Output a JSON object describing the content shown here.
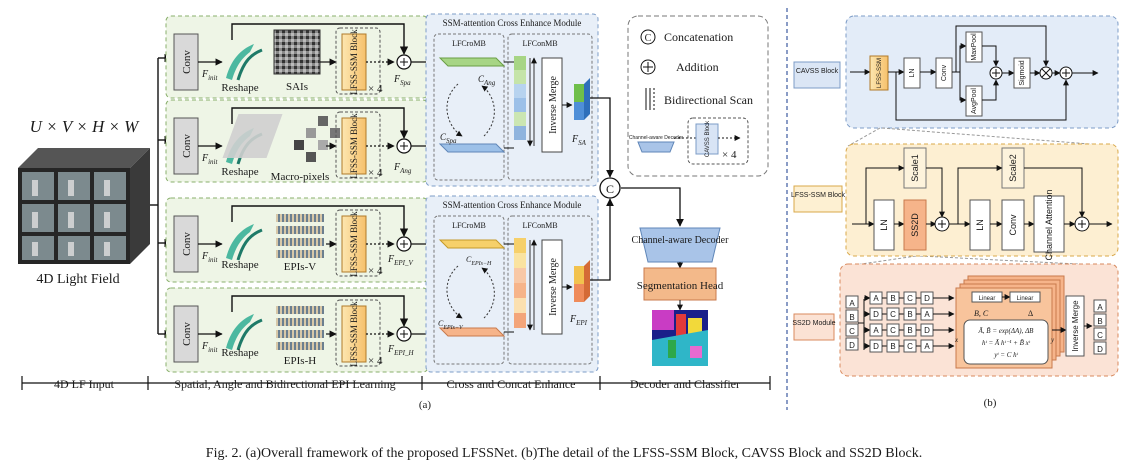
{
  "caption": "Fig. 2.  (a)Overall framework of the proposed LFSSNet. (b)The detail of the LFSS-SSM Block, CAVSS Block and SS2D Block.",
  "panel_a": {
    "sublabel": "(a)",
    "input": {
      "dims": "U × V × H × W",
      "label": "4D Light Field"
    },
    "branches": {
      "conv": "Conv",
      "finit": "F",
      "finit_sub": "init",
      "reshape": "Reshape",
      "block_label": "LFSS-SSM Block",
      "times4": "× 4",
      "sais": "SAIs",
      "macro": "Macro-pixels",
      "epiv": "EPIs-V",
      "epih": "EPIs-H",
      "fspa": "F",
      "fspa_sub": "Spa",
      "fang": "F",
      "fang_sub": "Ang",
      "fepiv": "F",
      "fepiv_sub": "EPI_V",
      "fepih": "F",
      "fepih_sub": "EPI_H"
    },
    "cross_module": {
      "title": "SSM-attention Cross Enhance Module",
      "lfcromb": "LFCroMB",
      "lfconmb": "LFConMB",
      "inverse_merge": "Inverse Merge",
      "c_ang": "C",
      "c_ang_sub": "Ang",
      "c_spa": "C",
      "c_spa_sub": "Spa",
      "c_epih": "C",
      "c_epih_sub": "EPIs−H",
      "c_epiv": "C",
      "c_epiv_sub": "EPIs−V",
      "fsa": "F",
      "fsa_sub": "SA",
      "fepi": "F",
      "fepi_sub": "EPI"
    },
    "legend": {
      "concat_symbol": "C",
      "concat": "Concatenation",
      "add": "Addition",
      "scan": "Bidirectional Scan",
      "decoder_small": "Channel-aware Decoder",
      "cavss_small": "CAVSS Block",
      "times4": "× 4"
    },
    "decoder": {
      "label": "Channel-aware Decoder",
      "head": "Segmentation Head"
    },
    "stages": [
      "4D LF Input",
      "Spatial, Angle and Bidirectional EPI Learning",
      "Cross and Concat Enhance",
      "Decoder and Classifier"
    ]
  },
  "panel_b": {
    "sublabel": "(b)",
    "cavss": {
      "tag": "CAVSS Block",
      "lfss": "LFSS-SSM",
      "ln": "LN",
      "conv": "Conv",
      "maxpool": "MaxPool",
      "avgpool": "AvgPool",
      "sigmoid": "Sigmoid"
    },
    "lfss": {
      "tag": "LFSS-SSM Block",
      "scale1": "Scale1",
      "scale2": "Scale2",
      "ln": "LN",
      "ss2d": "SS2D",
      "conv": "Conv",
      "channel_attention": "Channel Attention"
    },
    "ss2d": {
      "tag": "SS2D Module",
      "grid_left": [
        "A",
        "B",
        "C",
        "D"
      ],
      "rows": [
        [
          "A",
          "B",
          "C",
          "D"
        ],
        [
          "D",
          "C",
          "B",
          "A"
        ],
        [
          "A",
          "C",
          "B",
          "D"
        ],
        [
          "D",
          "B",
          "C",
          "A"
        ]
      ],
      "linear": "Linear",
      "bc": "B, C",
      "delta": "Δ",
      "eq1": "Ā, B̄ = exp(ΔA), ΔB",
      "eq2": "hᵗ = Ā hᵗ⁻¹ + B̄ xᵗ",
      "eq3": "yᵗ = C hᵗ",
      "x": "x",
      "y": "y",
      "inverse_merge": "Inverse Merge",
      "grid_right": [
        "A",
        "B",
        "C",
        "D"
      ]
    }
  },
  "colors": {
    "green_bg": "#eef5e6",
    "blue_bg": "#e8eff8",
    "orange_bg": "#fdf0dc",
    "salmon_bg": "#fbe7dd",
    "block_tan": "#f8d89a",
    "seg_head": "#f3b98a",
    "decoder_blue": "#a9c4e8",
    "teal": "#3aa08c"
  }
}
